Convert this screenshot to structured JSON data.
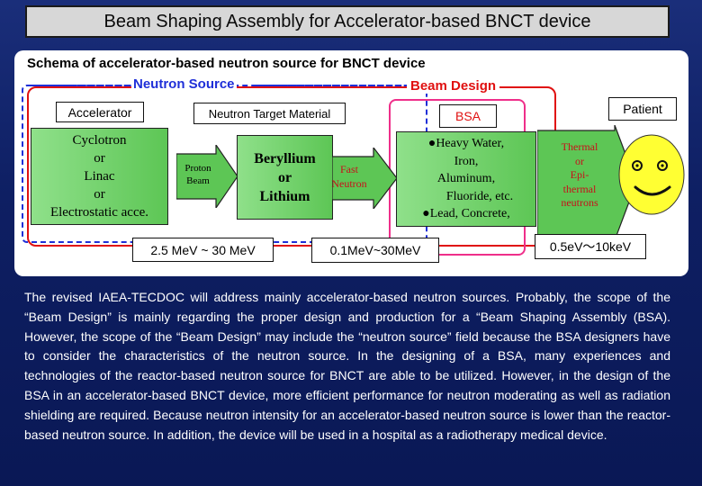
{
  "title": "Beam Shaping Assembly for Accelerator-based BNCT device",
  "schema": {
    "heading": "Schema of accelerator-based neutron source for BNCT device",
    "neutron_source_label": "Neutron Source",
    "beam_design_label": "Beam Design",
    "accelerator_label": "Accelerator",
    "target_material_label": "Neutron Target Material",
    "bsa_label": "BSA",
    "patient_label": "Patient",
    "accelerator_lines": [
      "Cyclotron",
      "or",
      "Linac",
      "or",
      "Electrostatic acce."
    ],
    "proton_beam_lines": [
      "Proton",
      "Beam"
    ],
    "target_lines": [
      "Beryllium",
      "or",
      "Lithium"
    ],
    "fast_neutron_lines": [
      "Fast",
      "Neutron"
    ],
    "bsa_material_lines": [
      "●Heavy Water,",
      "Iron,",
      "Aluminum,",
      "Fluoride, etc.",
      "●Lead, Concrete,"
    ],
    "thermal_lines": [
      "Thermal",
      "or",
      "Epi-",
      "thermal",
      "neutrons"
    ],
    "energy_proton": "2.5 MeV ~ 30 MeV",
    "energy_fast": "0.1MeV~30MeV",
    "energy_thermal": "0.5eV～10keV",
    "colors": {
      "neutron_source_frame": "#1f2fd8",
      "beam_design_frame": "#e01010",
      "bsa_frame": "#ef2f8a",
      "arrow_green": "#5dc655",
      "smiley_yellow": "#ffff33",
      "thermal_text": "#c8101a"
    }
  },
  "paragraphs": [
    "The revised IAEA-TECDOC will address mainly accelerator-based neutron sources. Probably, the scope of the “Beam Design” is mainly regarding the proper design and production for a “Beam Shaping Assembly (BSA). However, the scope of the “Beam Design” may include the “neutron source” field because the BSA designers have to consider the characteristics of the neutron source. In the designing of a BSA, many experiences and technologies of the reactor-based neutron source for BNCT are able to be utilized. However, in the design of the BSA in an accelerator-based BNCT device, more efficient performance for neutron moderating as well as radiation shielding are required. Because neutron intensity for an accelerator-based neutron source is lower than the reactor-based neutron source. In addition, the device will be used in a hospital as a radiotherapy medical device."
  ]
}
